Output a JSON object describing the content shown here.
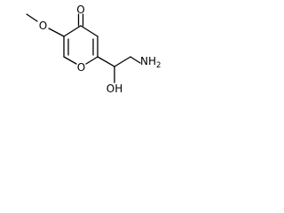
{
  "structure": {
    "atoms": {
      "ketone_oxygen": "O",
      "methoxy_oxygen": "O",
      "ring_oxygen": "O",
      "hydroxyl": "OH",
      "amine_main": "NH",
      "amine_subscript": "2"
    }
  }
}
